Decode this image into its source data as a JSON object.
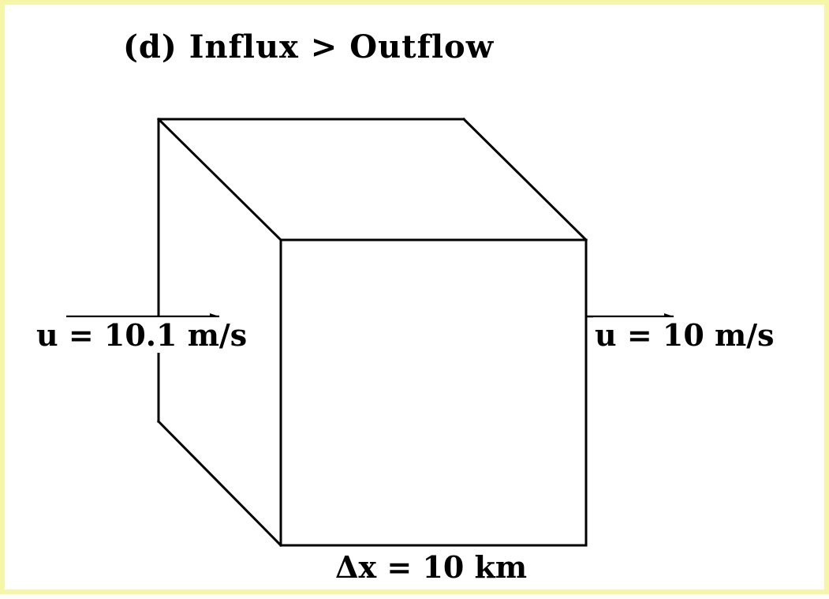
{
  "title": "(d)  Influx > Outflow",
  "inflow": {
    "label": "u = 10.1 m/s"
  },
  "outflow": {
    "label": "u = 10 m/s"
  },
  "dimension": {
    "label": "Δx = 10 km"
  },
  "colors": {
    "border": "#f6f6a8",
    "background": "#ffffff",
    "ink": "#000000"
  }
}
